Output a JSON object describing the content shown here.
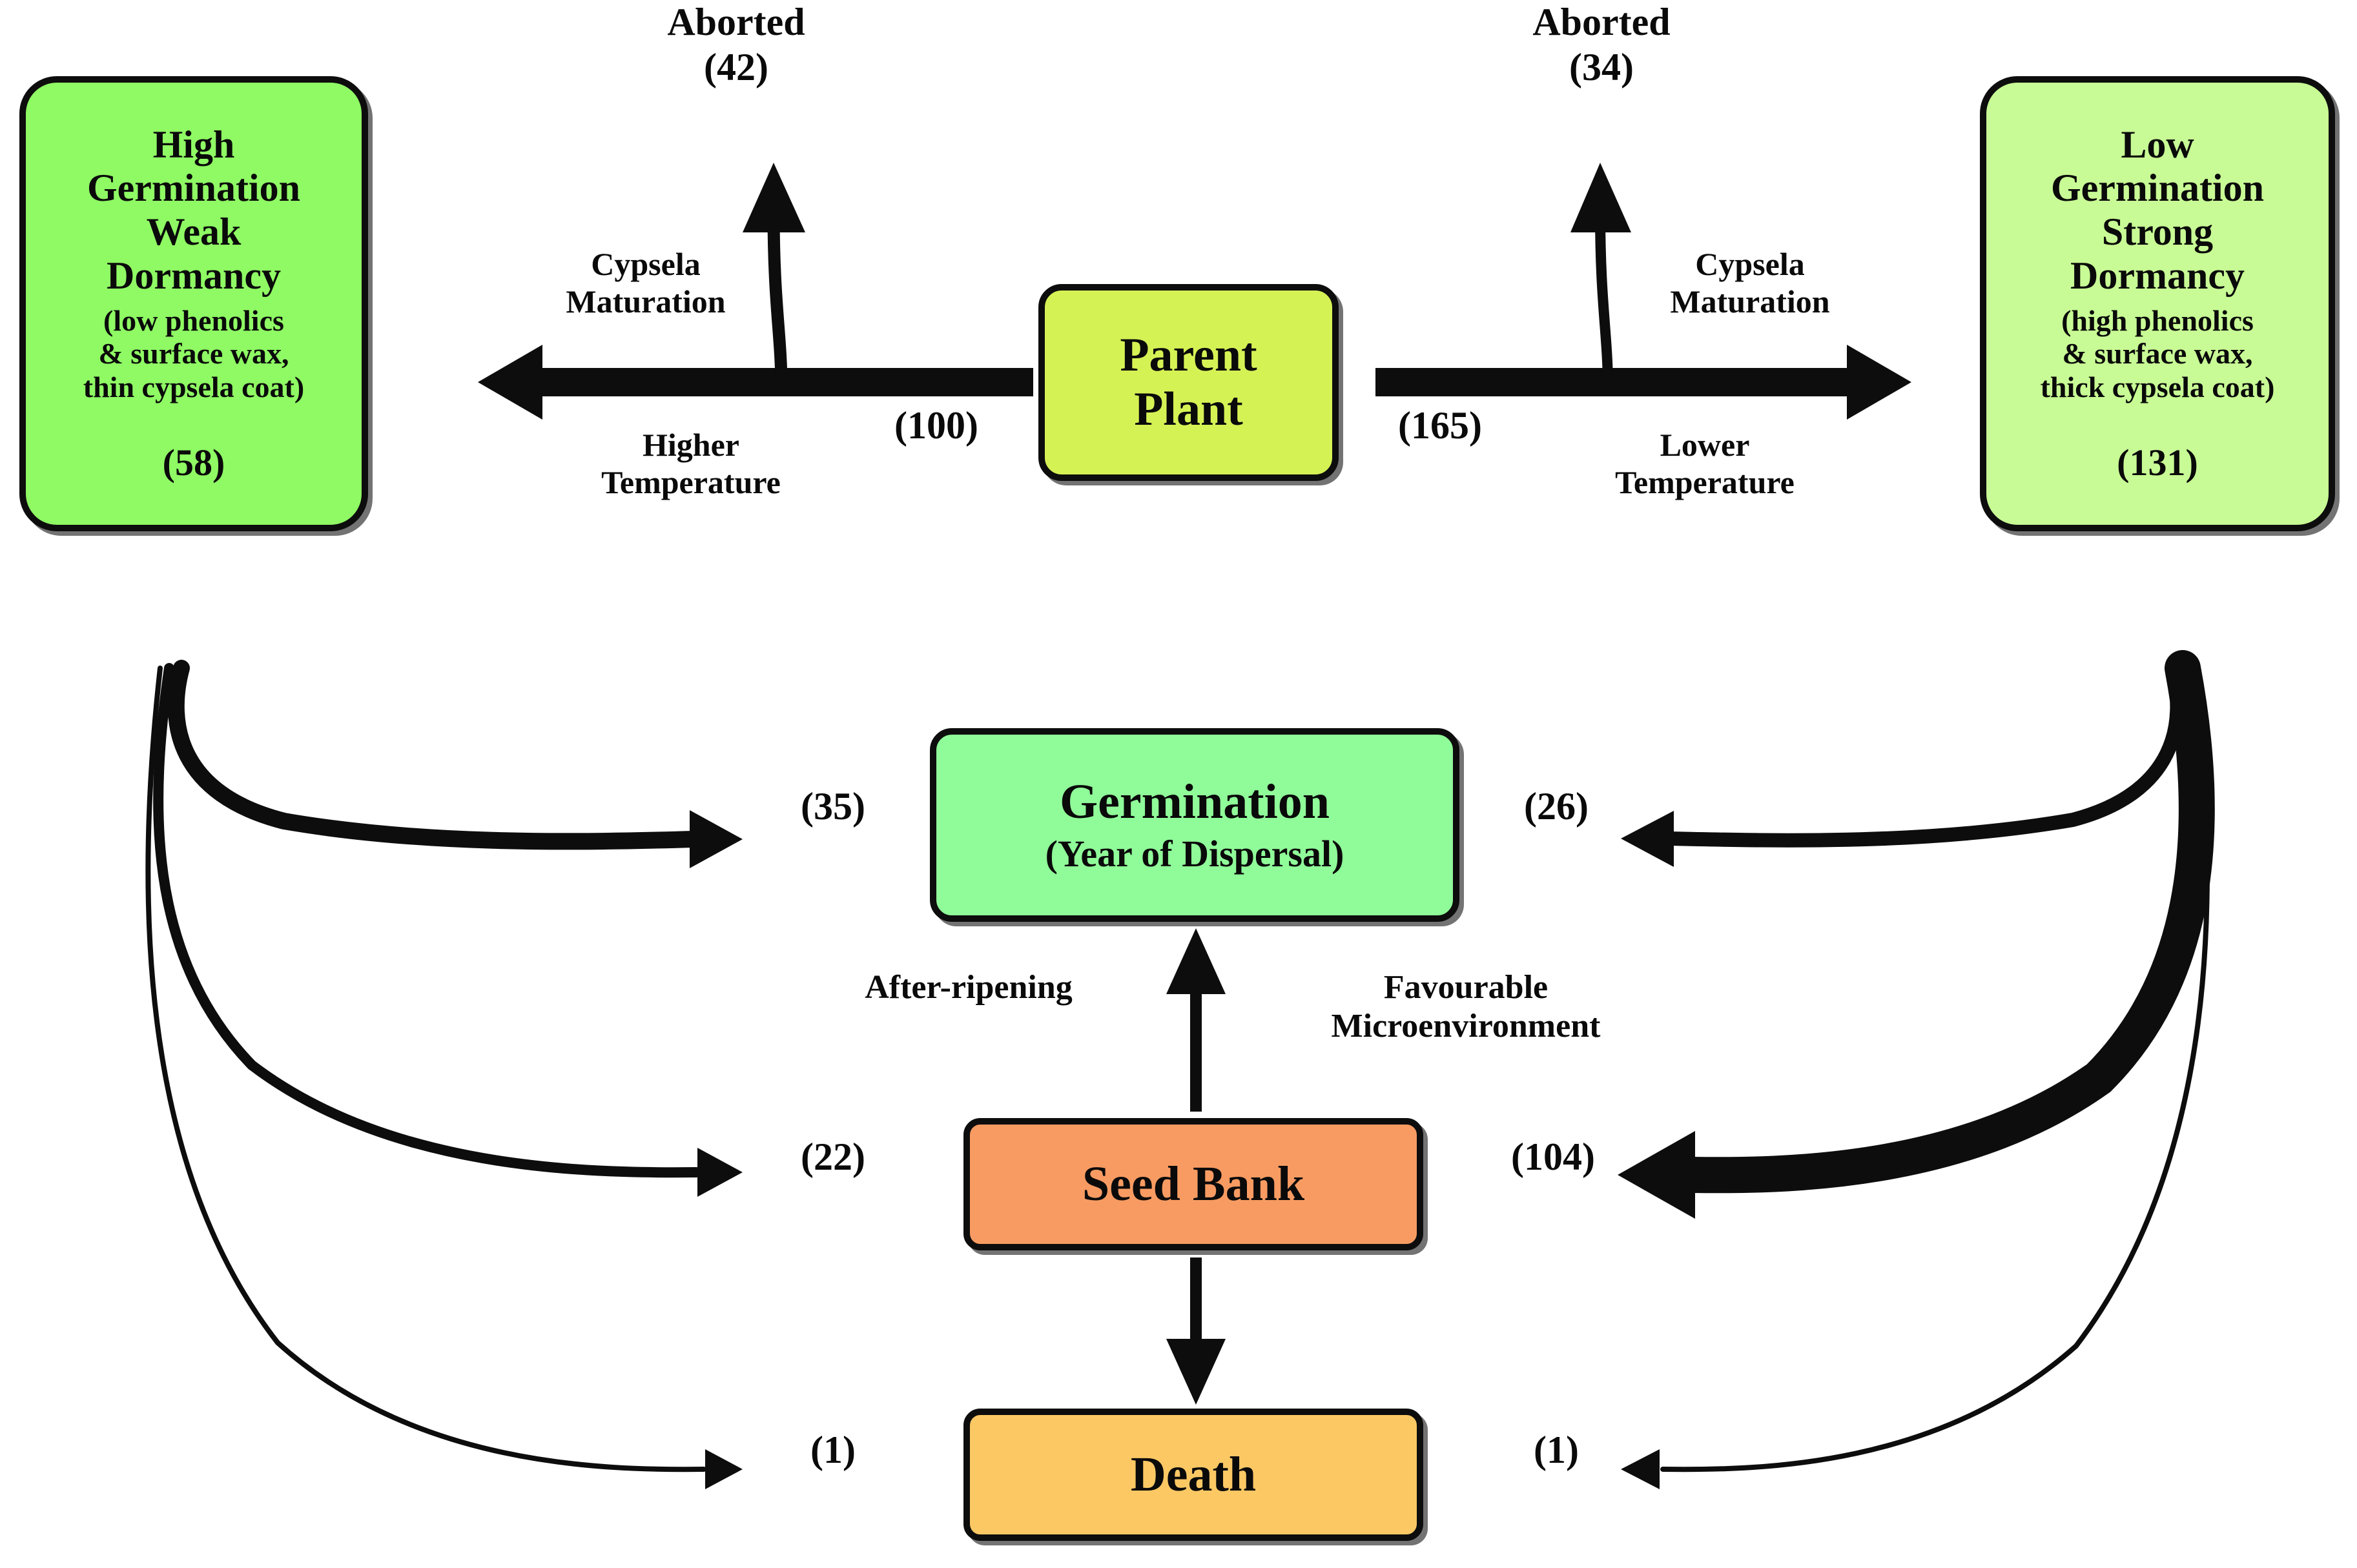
{
  "diagram": {
    "title": "Seed fate and dormancy pathway diagram",
    "background": "#ffffff",
    "stroke": "#0d0d0d"
  },
  "nodes": {
    "parent_plant": {
      "label": "Parent\nPlant",
      "fill": "#d5f255"
    },
    "high_germination": {
      "title": "High\nGermination\nWeak\nDormancy",
      "detail": "(low phenolics\n& surface wax,\nthin cypsela coat)",
      "count": "(58)",
      "fill": "#8ffa64"
    },
    "low_germination": {
      "title": "Low\nGermination\nStrong\nDormancy",
      "detail": "(high phenolics\n& surface wax,\nthick cypsela coat)",
      "count": "(131)",
      "fill": "#c8fb95"
    },
    "germination": {
      "title": "Germination",
      "detail": "(Year of Dispersal)",
      "fill": "#90fb99"
    },
    "seed_bank": {
      "label": "Seed Bank",
      "fill": "#f89b62"
    },
    "death": {
      "label": "Death",
      "fill": "#fcc864"
    }
  },
  "labels": {
    "aborted_left": "Aborted\n(42)",
    "aborted_right": "Aborted\n(34)",
    "cypsela_maturation_left": "Cypsela\nMaturation",
    "cypsela_maturation_right": "Cypsela\nMaturation",
    "higher_temperature": "Higher\nTemperature",
    "lower_temperature": "Lower\nTemperature",
    "after_ripening": "After-ripening",
    "favourable_microenvironment": "Favourable\nMicroenvironment"
  },
  "flow_values": {
    "parent_to_high": "(100)",
    "parent_to_low": "(165)",
    "high_to_germination": "(35)",
    "high_to_seed_bank": "(22)",
    "high_to_death": "(1)",
    "low_to_germination": "(26)",
    "low_to_seed_bank": "(104)",
    "low_to_death": "(1)",
    "aborted_left": "(42)",
    "aborted_right": "(34)"
  },
  "chart_data": {
    "type": "diagram",
    "title": "Cypsela fate pathway by maturation temperature",
    "nodes": [
      "Parent Plant",
      "Aborted (left)",
      "Aborted (right)",
      "High Germination Weak Dormancy",
      "Low Germination Strong Dormancy",
      "Germination (Year of Dispersal)",
      "Seed Bank",
      "Death"
    ],
    "edges": [
      {
        "from": "Parent Plant",
        "to": "High Germination Weak Dormancy",
        "value": 100,
        "label": "Higher Temperature / Cypsela Maturation",
        "width": "thick"
      },
      {
        "from": "Parent Plant",
        "to": "Low Germination Strong Dormancy",
        "value": 165,
        "label": "Lower Temperature / Cypsela Maturation",
        "width": "thick"
      },
      {
        "from": "Cypsela Maturation (left)",
        "to": "Aborted",
        "value": 42,
        "width": "medium"
      },
      {
        "from": "Cypsela Maturation (right)",
        "to": "Aborted",
        "value": 34,
        "width": "medium"
      },
      {
        "from": "High Germination Weak Dormancy",
        "to": "Germination (Year of Dispersal)",
        "value": 35,
        "width": "medium"
      },
      {
        "from": "High Germination Weak Dormancy",
        "to": "Seed Bank",
        "value": 22,
        "width": "thin"
      },
      {
        "from": "High Germination Weak Dormancy",
        "to": "Death",
        "value": 1,
        "width": "hairline"
      },
      {
        "from": "Low Germination Strong Dormancy",
        "to": "Germination (Year of Dispersal)",
        "value": 26,
        "width": "medium"
      },
      {
        "from": "Low Germination Strong Dormancy",
        "to": "Seed Bank",
        "value": 104,
        "width": "very-thick"
      },
      {
        "from": "Low Germination Strong Dormancy",
        "to": "Death",
        "value": 1,
        "width": "hairline"
      },
      {
        "from": "Seed Bank",
        "to": "Germination (Year of Dispersal)",
        "label": "After-ripening / Favourable Microenvironment",
        "width": "thin"
      },
      {
        "from": "Seed Bank",
        "to": "Death",
        "width": "thin"
      }
    ]
  }
}
